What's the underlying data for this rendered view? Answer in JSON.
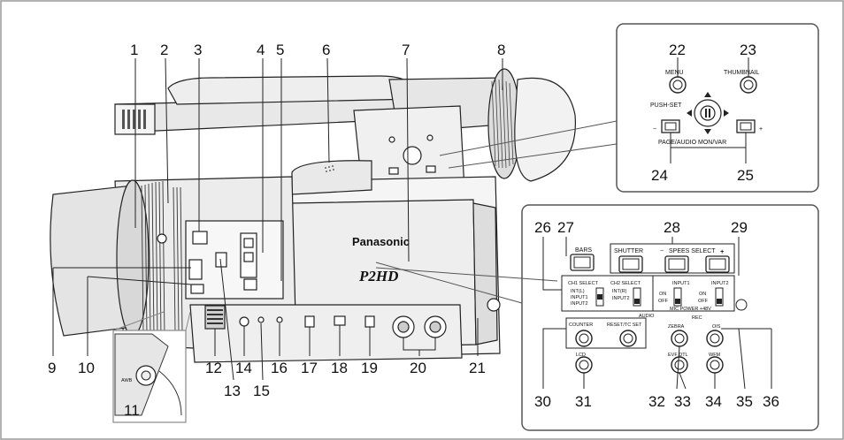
{
  "callouts": [
    "1",
    "2",
    "3",
    "4",
    "5",
    "6",
    "7",
    "8",
    "9",
    "10",
    "11",
    "12",
    "13",
    "14",
    "15",
    "16",
    "17",
    "18",
    "19",
    "20",
    "21",
    "22",
    "23",
    "24",
    "25",
    "26",
    "27",
    "28",
    "29",
    "30",
    "31",
    "32",
    "33",
    "34",
    "35",
    "36"
  ],
  "brand": {
    "maker": "Panasonic",
    "model": "P2HD",
    "awb_label": "AWB"
  },
  "top_panel": {
    "menu": "MENU",
    "thumbnail": "THUMBNAIL",
    "push_set": "PUSH-SET",
    "minus": "−",
    "plus": "+",
    "page_audio": "PAGE/AUDIO MON/VAR"
  },
  "side_panel": {
    "bars": "BARS",
    "shutter": "SHUTTER",
    "speed_select": "SPEES SELECT",
    "speed_minus": "−",
    "speed_plus": "+",
    "ch1_select": "CH1 SELECT",
    "ch1_opts": [
      "INT(L)",
      "INPUT1",
      "INPUT2"
    ],
    "ch2_select": "CH2 SELECT",
    "ch2_opts": [
      "INT(R)",
      "INPUT2"
    ],
    "input1": "INPUT1",
    "input2": "INPUT2",
    "on": "ON",
    "off": "OFF",
    "mic_power": "MIC POWER +48V",
    "audio": "AUDIO",
    "counter": "COUNTER",
    "reset_tc": "RESET/TC SET",
    "rec": "REC",
    "zebra": "ZEBRA",
    "ois": "OIS",
    "lcd": "LCD",
    "evf_dtl": "EVF DTL",
    "wfm": "WFM"
  }
}
